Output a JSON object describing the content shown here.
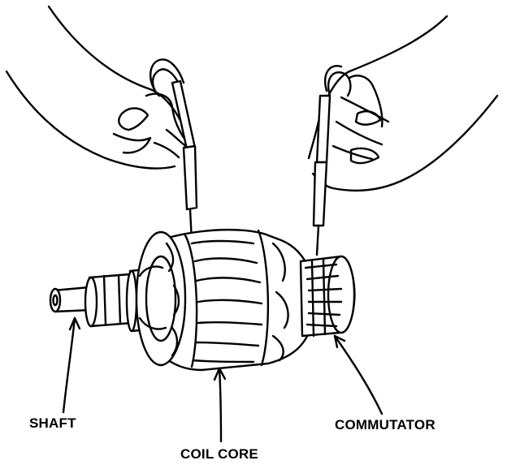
{
  "labels": {
    "shaft": "SHAFT",
    "coil_core": "COIL CORE",
    "commutator": "COMMUTATOR"
  },
  "colors": {
    "ink": "#000000",
    "paper": "#ffffff"
  }
}
